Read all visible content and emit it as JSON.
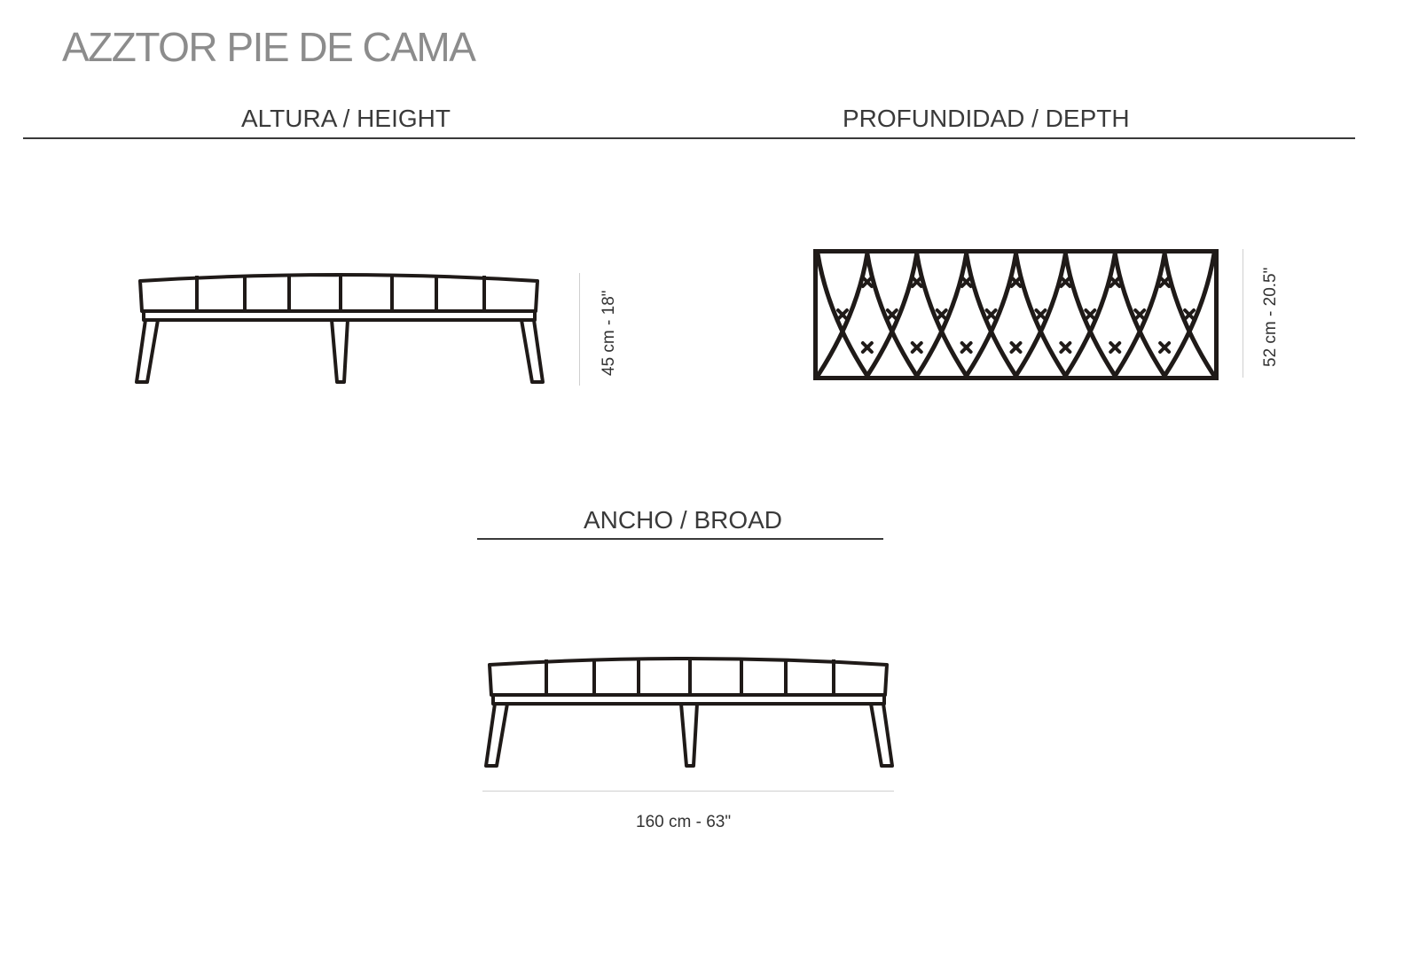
{
  "title": "AZZTOR PIE DE CAMA",
  "sections": {
    "height": {
      "label": "ALTURA / HEIGHT",
      "dimension": "45 cm - 18\""
    },
    "depth": {
      "label": "PROFUNDIDAD / DEPTH",
      "dimension": "52 cm - 20.5\""
    },
    "broad": {
      "label": "ANCHO / BROAD",
      "dimension": "160 cm - 63\""
    }
  },
  "colors": {
    "title": "#8c8c8c",
    "text": "#3a3a3a",
    "line": "#1f1a18",
    "dimension_line": "#cfcfcf"
  },
  "icons": {
    "front_view": "bench-front-icon",
    "top_view": "bench-top-lattice-icon"
  }
}
